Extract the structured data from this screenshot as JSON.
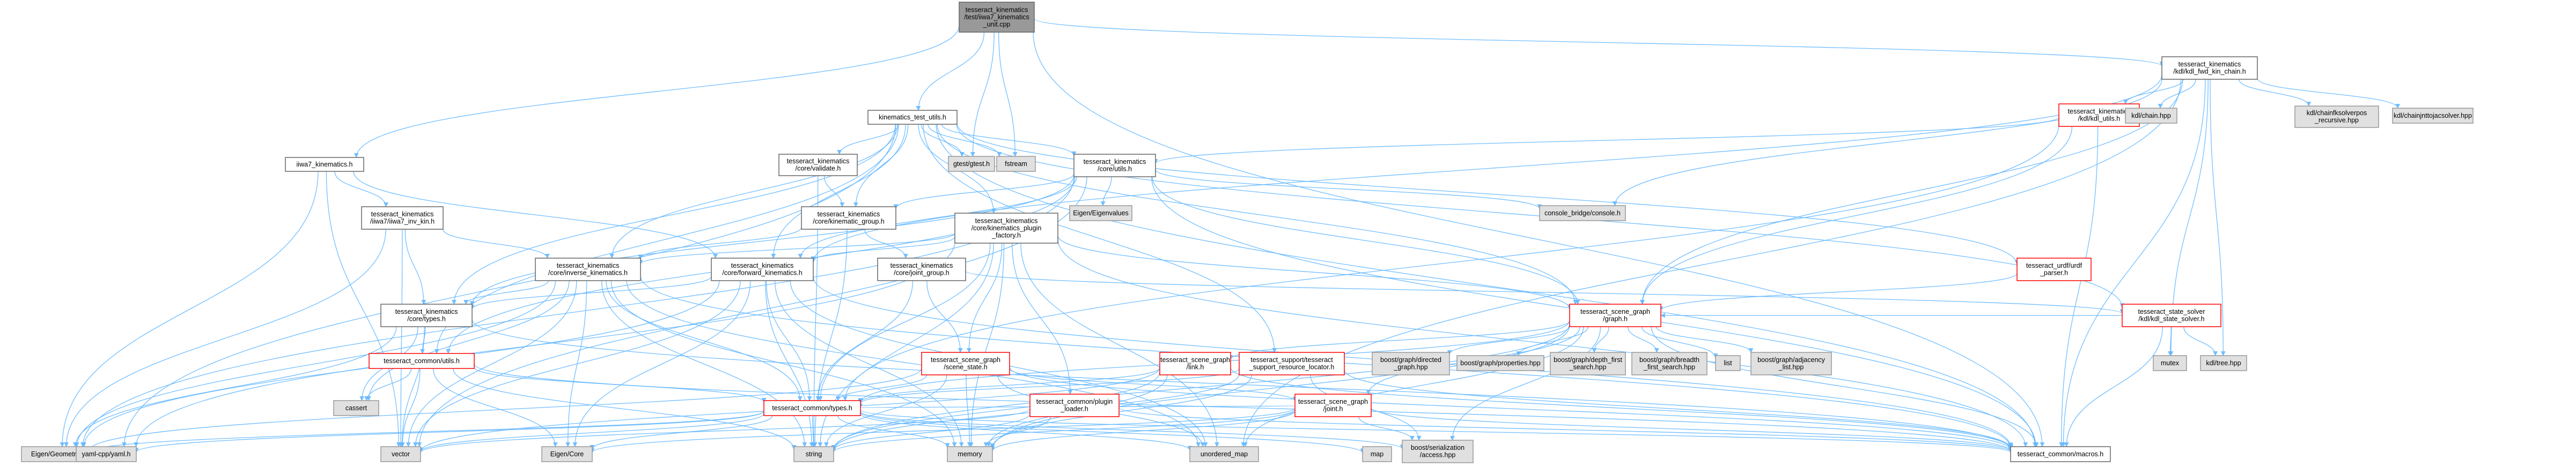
{
  "nodes": [
    {
      "id": "root",
      "cls": "root",
      "lines": [
        "tesseract_kinematics",
        "/test/iiwa7_kinematics",
        "_unit.cpp"
      ]
    },
    {
      "id": "kdl_fwd",
      "cls": "local",
      "lines": [
        "tesseract_kinematics",
        "/kdl/kdl_fwd_kin_chain.h"
      ]
    },
    {
      "id": "iiwa7_kin",
      "cls": "local",
      "lines": [
        "iiwa7_kinematics.h"
      ]
    },
    {
      "id": "test_utils",
      "cls": "local",
      "lines": [
        "kinematics_test_utils.h"
      ]
    },
    {
      "id": "kdl_utils",
      "cls": "missing",
      "lines": [
        "tesseract_kinematics",
        "/kdl/kdl_utils.h"
      ]
    },
    {
      "id": "kdl_chain",
      "cls": "sys",
      "lines": [
        "kdl/chain.hpp"
      ]
    },
    {
      "id": "kdl_chainfk",
      "cls": "sys",
      "lines": [
        "kdl/chainfksolverpos",
        "_recursive.hpp"
      ]
    },
    {
      "id": "kdl_chainjnt",
      "cls": "sys",
      "lines": [
        "kdl/chainjnttojacsolver.hpp"
      ]
    },
    {
      "id": "validate",
      "cls": "local",
      "lines": [
        "tesseract_kinematics",
        "/core/validate.h"
      ]
    },
    {
      "id": "core_utils",
      "cls": "local",
      "lines": [
        "tesseract_kinematics",
        "/core/utils.h"
      ]
    },
    {
      "id": "gtest",
      "cls": "sys",
      "lines": [
        "gtest/gtest.h"
      ]
    },
    {
      "id": "fstream",
      "cls": "sys",
      "lines": [
        "fstream"
      ]
    },
    {
      "id": "iiwa_inv",
      "cls": "local",
      "lines": [
        "tesseract_kinematics",
        "/iiwa7/iiwa7_inv_kin.h"
      ]
    },
    {
      "id": "plugin_factory",
      "cls": "local",
      "lines": [
        "tesseract_kinematics",
        "/core/kinematics_plugin",
        "_factory.h"
      ]
    },
    {
      "id": "kin_group",
      "cls": "local",
      "lines": [
        "tesseract_kinematics",
        "/core/kinematic_group.h"
      ]
    },
    {
      "id": "eigenvalues",
      "cls": "sys",
      "lines": [
        "Eigen/Eigenvalues"
      ]
    },
    {
      "id": "console",
      "cls": "sys",
      "lines": [
        "console_bridge/console.h"
      ]
    },
    {
      "id": "urdf_parser",
      "cls": "missing",
      "lines": [
        "tesseract_urdf/urdf",
        "_parser.h"
      ]
    },
    {
      "id": "inv_kin",
      "cls": "local",
      "lines": [
        "tesseract_kinematics",
        "/core/inverse_kinematics.h"
      ]
    },
    {
      "id": "fwd_kin",
      "cls": "local",
      "lines": [
        "tesseract_kinematics",
        "/core/forward_kinematics.h"
      ]
    },
    {
      "id": "joint_group",
      "cls": "local",
      "lines": [
        "tesseract_kinematics",
        "/core/joint_group.h"
      ]
    },
    {
      "id": "core_types",
      "cls": "local",
      "lines": [
        "tesseract_kinematics",
        "/core/types.h"
      ]
    },
    {
      "id": "scene_graph",
      "cls": "missing",
      "lines": [
        "tesseract_scene_graph",
        "/graph.h"
      ]
    },
    {
      "id": "state_solver",
      "cls": "missing",
      "lines": [
        "tesseract_state_solver",
        "/kdl/kdl_state_solver.h"
      ]
    },
    {
      "id": "common_utils",
      "cls": "missing",
      "lines": [
        "tesseract_common/utils.h"
      ]
    },
    {
      "id": "scene_state",
      "cls": "missing",
      "lines": [
        "tesseract_scene_graph",
        "/scene_state.h"
      ]
    },
    {
      "id": "sg_link",
      "cls": "missing",
      "lines": [
        "tesseract_scene_graph",
        "/link.h"
      ]
    },
    {
      "id": "res_locator",
      "cls": "missing",
      "lines": [
        "tesseract_support/tesseract",
        "_support_resource_locator.h"
      ]
    },
    {
      "id": "bg_directed",
      "cls": "sys",
      "lines": [
        "boost/graph/directed",
        "_graph.hpp"
      ]
    },
    {
      "id": "bg_props",
      "cls": "sys",
      "lines": [
        "boost/graph/properties.hpp"
      ]
    },
    {
      "id": "bg_dfs",
      "cls": "sys",
      "lines": [
        "boost/graph/depth_first",
        "_search.hpp"
      ]
    },
    {
      "id": "bg_bfs",
      "cls": "sys",
      "lines": [
        "boost/graph/breadth",
        "_first_search.hpp"
      ]
    },
    {
      "id": "list",
      "cls": "sys",
      "lines": [
        "list"
      ]
    },
    {
      "id": "bg_adj",
      "cls": "sys",
      "lines": [
        "boost/graph/adjacency",
        "_list.hpp"
      ]
    },
    {
      "id": "mutex",
      "cls": "sys",
      "lines": [
        "mutex"
      ]
    },
    {
      "id": "kdl_tree",
      "cls": "sys",
      "lines": [
        "kdl/tree.hpp"
      ]
    },
    {
      "id": "cassert",
      "cls": "sys",
      "lines": [
        "cassert"
      ]
    },
    {
      "id": "common_types",
      "cls": "missing",
      "lines": [
        "tesseract_common/types.h"
      ]
    },
    {
      "id": "plugin_loader",
      "cls": "missing",
      "lines": [
        "tesseract_common/plugin",
        "_loader.h"
      ]
    },
    {
      "id": "sg_joint",
      "cls": "missing",
      "lines": [
        "tesseract_scene_graph",
        "/joint.h"
      ]
    },
    {
      "id": "eigen_geom",
      "cls": "sys",
      "lines": [
        "Eigen/Geometry"
      ]
    },
    {
      "id": "yaml",
      "cls": "sys",
      "lines": [
        "yaml-cpp/yaml.h"
      ]
    },
    {
      "id": "vector",
      "cls": "sys",
      "lines": [
        "vector"
      ]
    },
    {
      "id": "eigen_core",
      "cls": "sys",
      "lines": [
        "Eigen/Core"
      ]
    },
    {
      "id": "string",
      "cls": "sys",
      "lines": [
        "string"
      ]
    },
    {
      "id": "memory",
      "cls": "sys",
      "lines": [
        "memory"
      ]
    },
    {
      "id": "umap",
      "cls": "sys",
      "lines": [
        "unordered_map"
      ]
    },
    {
      "id": "map",
      "cls": "sys",
      "lines": [
        "map"
      ]
    },
    {
      "id": "serialization",
      "cls": "sys",
      "lines": [
        "boost/serialization",
        "/access.hpp"
      ]
    },
    {
      "id": "macros",
      "cls": "local",
      "lines": [
        "tesseract_common/macros.h"
      ]
    }
  ],
  "edges": [
    [
      "root",
      "kdl_fwd"
    ],
    [
      "root",
      "iiwa7_kin"
    ],
    [
      "root",
      "test_utils"
    ],
    [
      "root",
      "gtest"
    ],
    [
      "root",
      "fstream"
    ],
    [
      "root",
      "macros"
    ],
    [
      "kdl_fwd",
      "kdl_utils"
    ],
    [
      "kdl_fwd",
      "kdl_chain"
    ],
    [
      "kdl_fwd",
      "kdl_chainfk"
    ],
    [
      "kdl_fwd",
      "kdl_chainjnt"
    ],
    [
      "kdl_fwd",
      "console"
    ],
    [
      "kdl_fwd",
      "fwd_kin"
    ],
    [
      "kdl_fwd",
      "scene_graph"
    ],
    [
      "kdl_fwd",
      "mutex"
    ],
    [
      "kdl_fwd",
      "kdl_tree"
    ],
    [
      "kdl_fwd",
      "macros"
    ],
    [
      "kdl_fwd",
      "umap"
    ],
    [
      "kdl_utils",
      "core_utils"
    ],
    [
      "kdl_utils",
      "scene_graph"
    ],
    [
      "kdl_utils",
      "common_types"
    ],
    [
      "kdl_utils",
      "macros"
    ],
    [
      "iiwa7_kin",
      "iiwa_inv"
    ],
    [
      "iiwa7_kin",
      "fwd_kin"
    ],
    [
      "iiwa7_kin",
      "eigen_geom"
    ],
    [
      "iiwa7_kin",
      "vector"
    ],
    [
      "test_utils",
      "validate"
    ],
    [
      "test_utils",
      "core_utils"
    ],
    [
      "test_utils",
      "gtest"
    ],
    [
      "test_utils",
      "fstream"
    ],
    [
      "test_utils",
      "plugin_factory"
    ],
    [
      "test_utils",
      "kin_group"
    ],
    [
      "test_utils",
      "inv_kin"
    ],
    [
      "test_utils",
      "fwd_kin"
    ],
    [
      "test_utils",
      "core_types"
    ],
    [
      "test_utils",
      "urdf_parser"
    ],
    [
      "test_utils",
      "scene_graph"
    ],
    [
      "test_utils",
      "state_solver"
    ],
    [
      "test_utils",
      "common_utils"
    ],
    [
      "test_utils",
      "res_locator"
    ],
    [
      "test_utils",
      "yaml"
    ],
    [
      "test_utils",
      "macros"
    ],
    [
      "validate",
      "kin_group"
    ],
    [
      "validate",
      "string"
    ],
    [
      "core_utils",
      "eigenvalues"
    ],
    [
      "core_utils",
      "console"
    ],
    [
      "core_utils",
      "kin_group"
    ],
    [
      "core_utils",
      "fwd_kin"
    ],
    [
      "core_utils",
      "core_types"
    ],
    [
      "core_utils",
      "scene_graph"
    ],
    [
      "core_utils",
      "common_utils"
    ],
    [
      "core_utils",
      "eigen_geom"
    ],
    [
      "core_utils",
      "vector"
    ],
    [
      "core_utils",
      "macros"
    ],
    [
      "iiwa_inv",
      "inv_kin"
    ],
    [
      "iiwa_inv",
      "core_types"
    ],
    [
      "iiwa_inv",
      "eigen_geom"
    ],
    [
      "iiwa_inv",
      "vector"
    ],
    [
      "plugin_factory",
      "inv_kin"
    ],
    [
      "plugin_factory",
      "fwd_kin"
    ],
    [
      "plugin_factory",
      "scene_graph"
    ],
    [
      "plugin_factory",
      "scene_state"
    ],
    [
      "plugin_factory",
      "plugin_loader"
    ],
    [
      "plugin_factory",
      "common_types"
    ],
    [
      "plugin_factory",
      "yaml"
    ],
    [
      "plugin_factory",
      "memory"
    ],
    [
      "plugin_factory",
      "string"
    ],
    [
      "plugin_factory",
      "macros"
    ],
    [
      "plugin_factory",
      "umap"
    ],
    [
      "kin_group",
      "joint_group"
    ],
    [
      "kin_group",
      "inv_kin"
    ],
    [
      "kin_group",
      "string"
    ],
    [
      "urdf_parser",
      "scene_graph"
    ],
    [
      "inv_kin",
      "core_types"
    ],
    [
      "inv_kin",
      "common_types"
    ],
    [
      "inv_kin",
      "eigen_core"
    ],
    [
      "inv_kin",
      "vector"
    ],
    [
      "inv_kin",
      "string"
    ],
    [
      "inv_kin",
      "memory"
    ],
    [
      "inv_kin",
      "cassert"
    ],
    [
      "inv_kin",
      "macros"
    ],
    [
      "inv_kin",
      "eigen_geom"
    ],
    [
      "inv_kin",
      "umap"
    ],
    [
      "fwd_kin",
      "core_types"
    ],
    [
      "fwd_kin",
      "common_types"
    ],
    [
      "fwd_kin",
      "eigen_core"
    ],
    [
      "fwd_kin",
      "vector"
    ],
    [
      "fwd_kin",
      "string"
    ],
    [
      "fwd_kin",
      "memory"
    ],
    [
      "fwd_kin",
      "macros"
    ],
    [
      "fwd_kin",
      "eigen_geom"
    ],
    [
      "fwd_kin",
      "umap"
    ],
    [
      "joint_group",
      "scene_state"
    ],
    [
      "joint_group",
      "common_types"
    ],
    [
      "joint_group",
      "state_solver"
    ],
    [
      "core_types",
      "common_utils"
    ],
    [
      "core_types",
      "eigen_geom"
    ],
    [
      "core_types",
      "vector"
    ],
    [
      "core_types",
      "macros"
    ],
    [
      "core_types",
      "cassert"
    ],
    [
      "scene_graph",
      "bg_directed"
    ],
    [
      "scene_graph",
      "bg_props"
    ],
    [
      "scene_graph",
      "bg_dfs"
    ],
    [
      "scene_graph",
      "bg_bfs"
    ],
    [
      "scene_graph",
      "list"
    ],
    [
      "scene_graph",
      "bg_adj"
    ],
    [
      "scene_graph",
      "sg_link"
    ],
    [
      "scene_graph",
      "sg_joint"
    ],
    [
      "scene_graph",
      "common_types"
    ],
    [
      "scene_graph",
      "macros"
    ],
    [
      "scene_graph",
      "string"
    ],
    [
      "scene_graph",
      "memory"
    ],
    [
      "scene_graph",
      "serialization"
    ],
    [
      "scene_graph",
      "umap"
    ],
    [
      "state_solver",
      "scene_graph"
    ],
    [
      "state_solver",
      "mutex"
    ],
    [
      "state_solver",
      "kdl_tree"
    ],
    [
      "state_solver",
      "macros"
    ],
    [
      "common_utils",
      "common_types"
    ],
    [
      "common_utils",
      "eigen_core"
    ],
    [
      "common_utils",
      "vector"
    ],
    [
      "common_utils",
      "string"
    ],
    [
      "common_utils",
      "cassert"
    ],
    [
      "common_utils",
      "macros"
    ],
    [
      "scene_state",
      "sg_joint"
    ],
    [
      "scene_state",
      "common_types"
    ],
    [
      "scene_state",
      "eigen_geom"
    ],
    [
      "scene_state",
      "string"
    ],
    [
      "scene_state",
      "memory"
    ],
    [
      "scene_state",
      "umap"
    ],
    [
      "scene_state",
      "macros"
    ],
    [
      "sg_link",
      "common_types"
    ],
    [
      "sg_link",
      "memory"
    ],
    [
      "sg_link",
      "string"
    ],
    [
      "sg_link",
      "vector"
    ],
    [
      "sg_link",
      "macros"
    ],
    [
      "res_locator",
      "common_types"
    ],
    [
      "res_locator",
      "memory"
    ],
    [
      "res_locator",
      "string"
    ],
    [
      "res_locator",
      "macros"
    ],
    [
      "res_locator",
      "serialization"
    ],
    [
      "common_types",
      "eigen_geom"
    ],
    [
      "common_types",
      "yaml"
    ],
    [
      "common_types",
      "vector"
    ],
    [
      "common_types",
      "eigen_core"
    ],
    [
      "common_types",
      "string"
    ],
    [
      "common_types",
      "memory"
    ],
    [
      "common_types",
      "umap"
    ],
    [
      "common_types",
      "map"
    ],
    [
      "common_types",
      "macros"
    ],
    [
      "common_types",
      "serialization"
    ],
    [
      "plugin_loader",
      "memory"
    ],
    [
      "plugin_loader",
      "string"
    ],
    [
      "plugin_loader",
      "vector"
    ],
    [
      "plugin_loader",
      "macros"
    ],
    [
      "sg_joint",
      "eigen_core"
    ],
    [
      "sg_joint",
      "memory"
    ],
    [
      "sg_joint",
      "string"
    ],
    [
      "sg_joint",
      "common_types"
    ],
    [
      "sg_joint",
      "macros"
    ],
    [
      "sg_joint",
      "serialization"
    ]
  ]
}
